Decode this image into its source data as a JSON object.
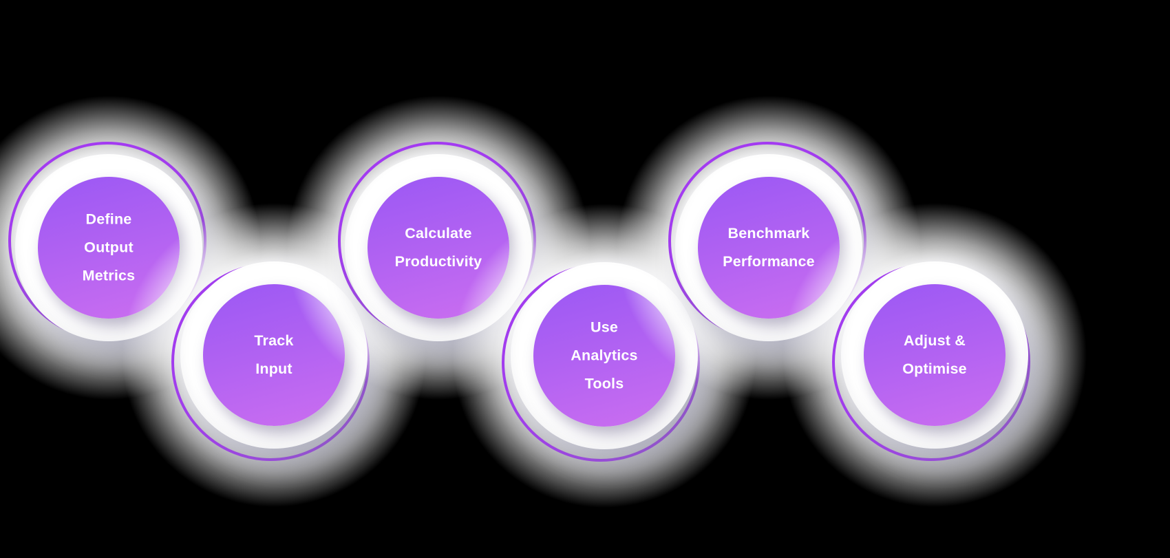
{
  "diagram": {
    "type": "process-steps",
    "background_color": "#000000",
    "colors": {
      "circle_gradient_start": "#9b58f4",
      "circle_gradient_end": "#cb6ef0",
      "accent_ring": "#a43bf2",
      "circle_face": "#ffffff",
      "text_color": "#ffffff"
    },
    "steps": [
      {
        "id": "define-output-metrics",
        "row": "top",
        "lines": [
          "Define",
          "Output",
          "Metrics"
        ]
      },
      {
        "id": "track-input",
        "row": "bottom",
        "lines": [
          "Track",
          "Input"
        ]
      },
      {
        "id": "calculate-productivity",
        "row": "top",
        "lines": [
          "Calculate",
          "Productivity"
        ]
      },
      {
        "id": "use-analytics-tools",
        "row": "bottom",
        "lines": [
          "Use",
          "Analytics",
          "Tools"
        ]
      },
      {
        "id": "benchmark-performance",
        "row": "top",
        "lines": [
          "Benchmark",
          "Performance"
        ]
      },
      {
        "id": "adjust-optimise",
        "row": "bottom",
        "lines": [
          "Adjust &",
          "Optimise"
        ]
      }
    ]
  }
}
